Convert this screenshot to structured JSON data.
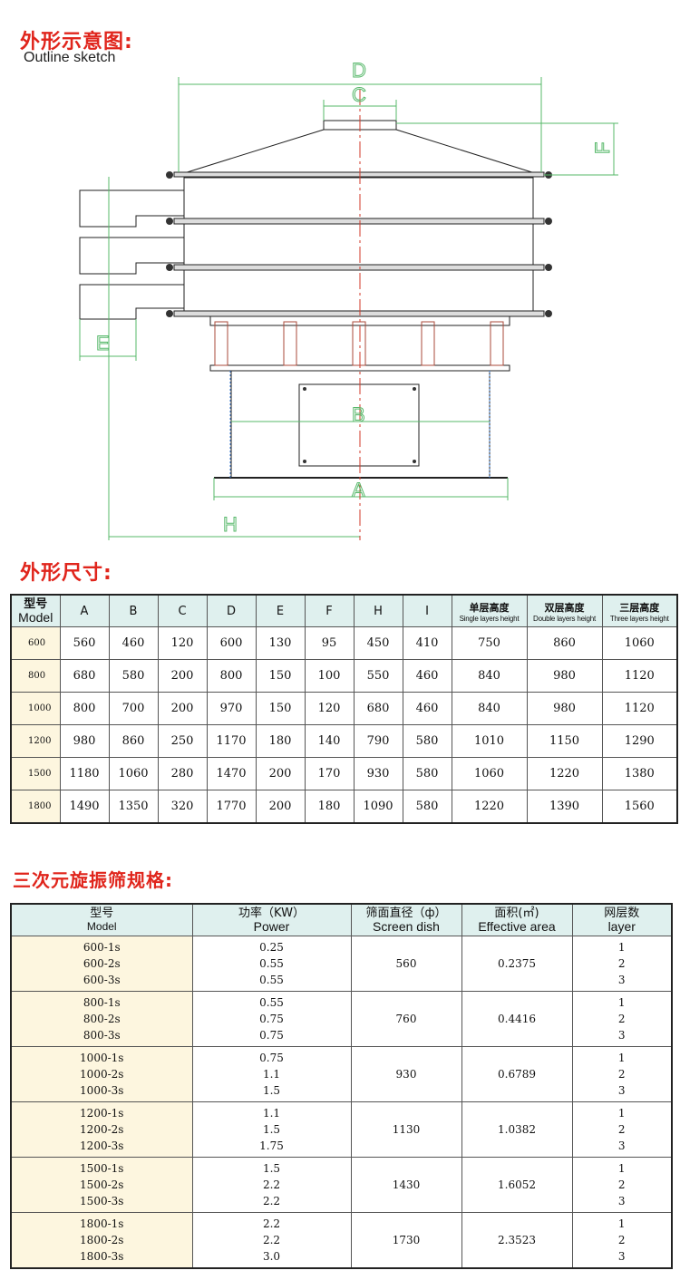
{
  "sketch_section": {
    "title": "外形示意图:",
    "subtitle": "Outline sketch",
    "dimension_labels": [
      "A",
      "B",
      "C",
      "D",
      "E",
      "F",
      "H"
    ]
  },
  "dims_section": {
    "title": "外形尺寸:",
    "headers": {
      "model_zh": "型号",
      "model_en": "Model",
      "letters": [
        "A",
        "B",
        "C",
        "D",
        "E",
        "F",
        "H",
        "I"
      ],
      "single_zh": "单层高度",
      "single_en": "Single layers height",
      "double_zh": "双层高度",
      "double_en": "Double layers height",
      "three_zh": "三层高度",
      "three_en": "Three layers height"
    },
    "rows": [
      {
        "model": "600",
        "A": "560",
        "B": "460",
        "C": "120",
        "D": "600",
        "E": "130",
        "F": "95",
        "H": "450",
        "I": "410",
        "single": "750",
        "double": "860",
        "three": "1060"
      },
      {
        "model": "800",
        "A": "680",
        "B": "580",
        "C": "200",
        "D": "800",
        "E": "150",
        "F": "100",
        "H": "550",
        "I": "460",
        "single": "840",
        "double": "980",
        "three": "1120"
      },
      {
        "model": "1000",
        "A": "800",
        "B": "700",
        "C": "200",
        "D": "970",
        "E": "150",
        "F": "120",
        "H": "680",
        "I": "460",
        "single": "840",
        "double": "980",
        "three": "1120"
      },
      {
        "model": "1200",
        "A": "980",
        "B": "860",
        "C": "250",
        "D": "1170",
        "E": "180",
        "F": "140",
        "H": "790",
        "I": "580",
        "single": "1010",
        "double": "1150",
        "three": "1290"
      },
      {
        "model": "1500",
        "A": "1180",
        "B": "1060",
        "C": "280",
        "D": "1470",
        "E": "200",
        "F": "170",
        "H": "930",
        "I": "580",
        "single": "1060",
        "double": "1220",
        "three": "1380"
      },
      {
        "model": "1800",
        "A": "1490",
        "B": "1350",
        "C": "320",
        "D": "1770",
        "E": "200",
        "F": "180",
        "H": "1090",
        "I": "580",
        "single": "1220",
        "double": "1390",
        "three": "1560"
      }
    ]
  },
  "spec_section": {
    "title": "三次元旋振筛规格:",
    "headers": {
      "model_zh": "型号",
      "model_en": "Model",
      "power_zh": "功率（KW）",
      "power_en": "Power",
      "dish_zh": "筛面直径（ф）",
      "dish_en": "Screen dish",
      "area_zh": "面积(㎡)",
      "area_en": "Effective area",
      "layer_zh": "网层数",
      "layer_en": "layer"
    },
    "groups": [
      {
        "models": [
          "600-1s",
          "600-2s",
          "600-3s"
        ],
        "powers": [
          "0.25",
          "0.55",
          "0.55"
        ],
        "dish": "560",
        "area": "0.2375",
        "layers": [
          "1",
          "2",
          "3"
        ]
      },
      {
        "models": [
          "800-1s",
          "800-2s",
          "800-3s"
        ],
        "powers": [
          "0.55",
          "0.75",
          "0.75"
        ],
        "dish": "760",
        "area": "0.4416",
        "layers": [
          "1",
          "2",
          "3"
        ]
      },
      {
        "models": [
          "1000-1s",
          "1000-2s",
          "1000-3s"
        ],
        "powers": [
          "0.75",
          "1.1",
          "1.5"
        ],
        "dish": "930",
        "area": "0.6789",
        "layers": [
          "1",
          "2",
          "3"
        ]
      },
      {
        "models": [
          "1200-1s",
          "1200-2s",
          "1200-3s"
        ],
        "powers": [
          "1.1",
          "1.5",
          "1.75"
        ],
        "dish": "1130",
        "area": "1.0382",
        "layers": [
          "1",
          "2",
          "3"
        ]
      },
      {
        "models": [
          "1500-1s",
          "1500-2s",
          "1500-3s"
        ],
        "powers": [
          "1.5",
          "2.2",
          "2.2"
        ],
        "dish": "1430",
        "area": "1.6052",
        "layers": [
          "1",
          "2",
          "3"
        ]
      },
      {
        "models": [
          "1800-1s",
          "1800-2s",
          "1800-3s"
        ],
        "powers": [
          "2.2",
          "2.2",
          "3.0"
        ],
        "dish": "1730",
        "area": "2.3523",
        "layers": [
          "1",
          "2",
          "3"
        ]
      }
    ]
  }
}
